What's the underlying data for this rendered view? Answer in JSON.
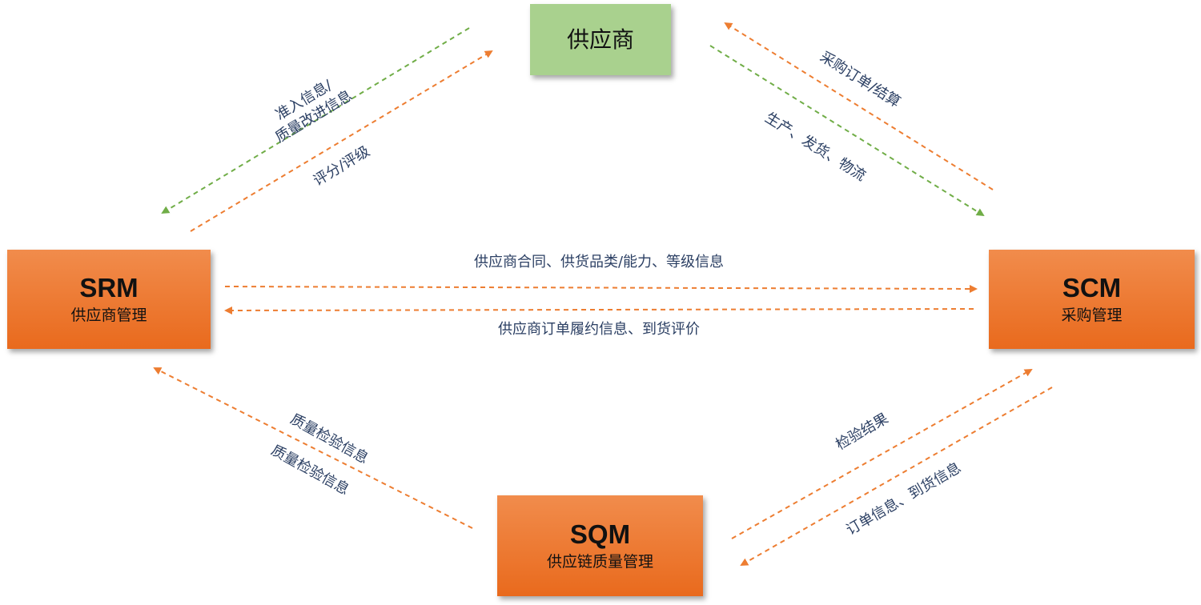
{
  "nodes": {
    "supplier": {
      "title": "供应商"
    },
    "srm": {
      "title": "SRM",
      "subtitle": "供应商管理"
    },
    "scm": {
      "title": "SCM",
      "subtitle": "采购管理"
    },
    "sqm": {
      "title": "SQM",
      "subtitle": "供应链质量管理"
    }
  },
  "edges": {
    "supplier_to_srm": "准入信息/\n质量改进信息",
    "srm_to_supplier": "评分/评级",
    "scm_to_supplier": "采购订单/结算",
    "supplier_to_scm": "生产、发货、物流",
    "srm_to_scm": "供应商合同、供货品类/能力、等级信息",
    "scm_to_srm": "供应商订单履约信息、到货评价",
    "sqm_to_srm_1": "质量检验信息",
    "sqm_to_srm_2": "质量检验信息",
    "sqm_to_scm": "检验结果",
    "scm_to_sqm": "订单信息、到货信息"
  },
  "colors": {
    "orange": "#ed7d31",
    "green": "#70ad47",
    "node_orange": "#ee7a2e",
    "node_green": "#a9d18e",
    "label_text": "#2b3f63"
  }
}
